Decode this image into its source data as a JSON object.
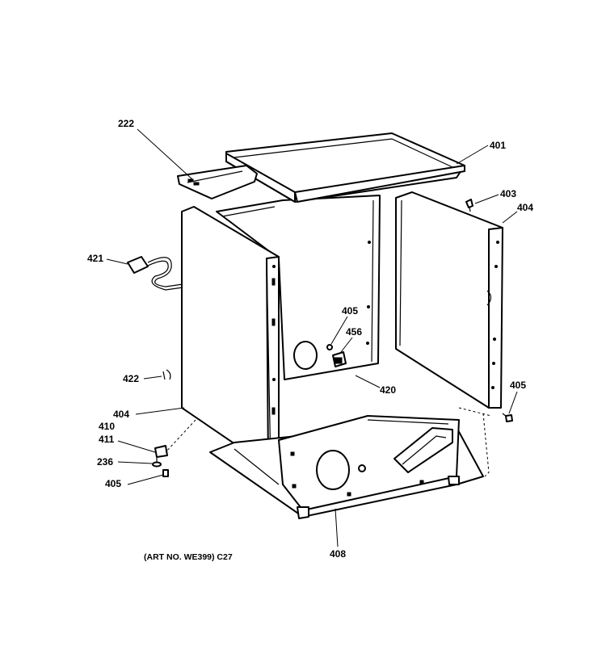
{
  "diagram": {
    "caption": "(ART NO. WE399) C27",
    "labels": {
      "l222": "222",
      "l401": "401",
      "l403": "403",
      "l404_right": "404",
      "l421": "421",
      "l405_center": "405",
      "l456": "456",
      "l420": "420",
      "l422": "422",
      "l405_right": "405",
      "l404_left": "404",
      "l410": "410",
      "l411": "411",
      "l236": "236",
      "l405_left": "405",
      "l408": "408"
    }
  }
}
